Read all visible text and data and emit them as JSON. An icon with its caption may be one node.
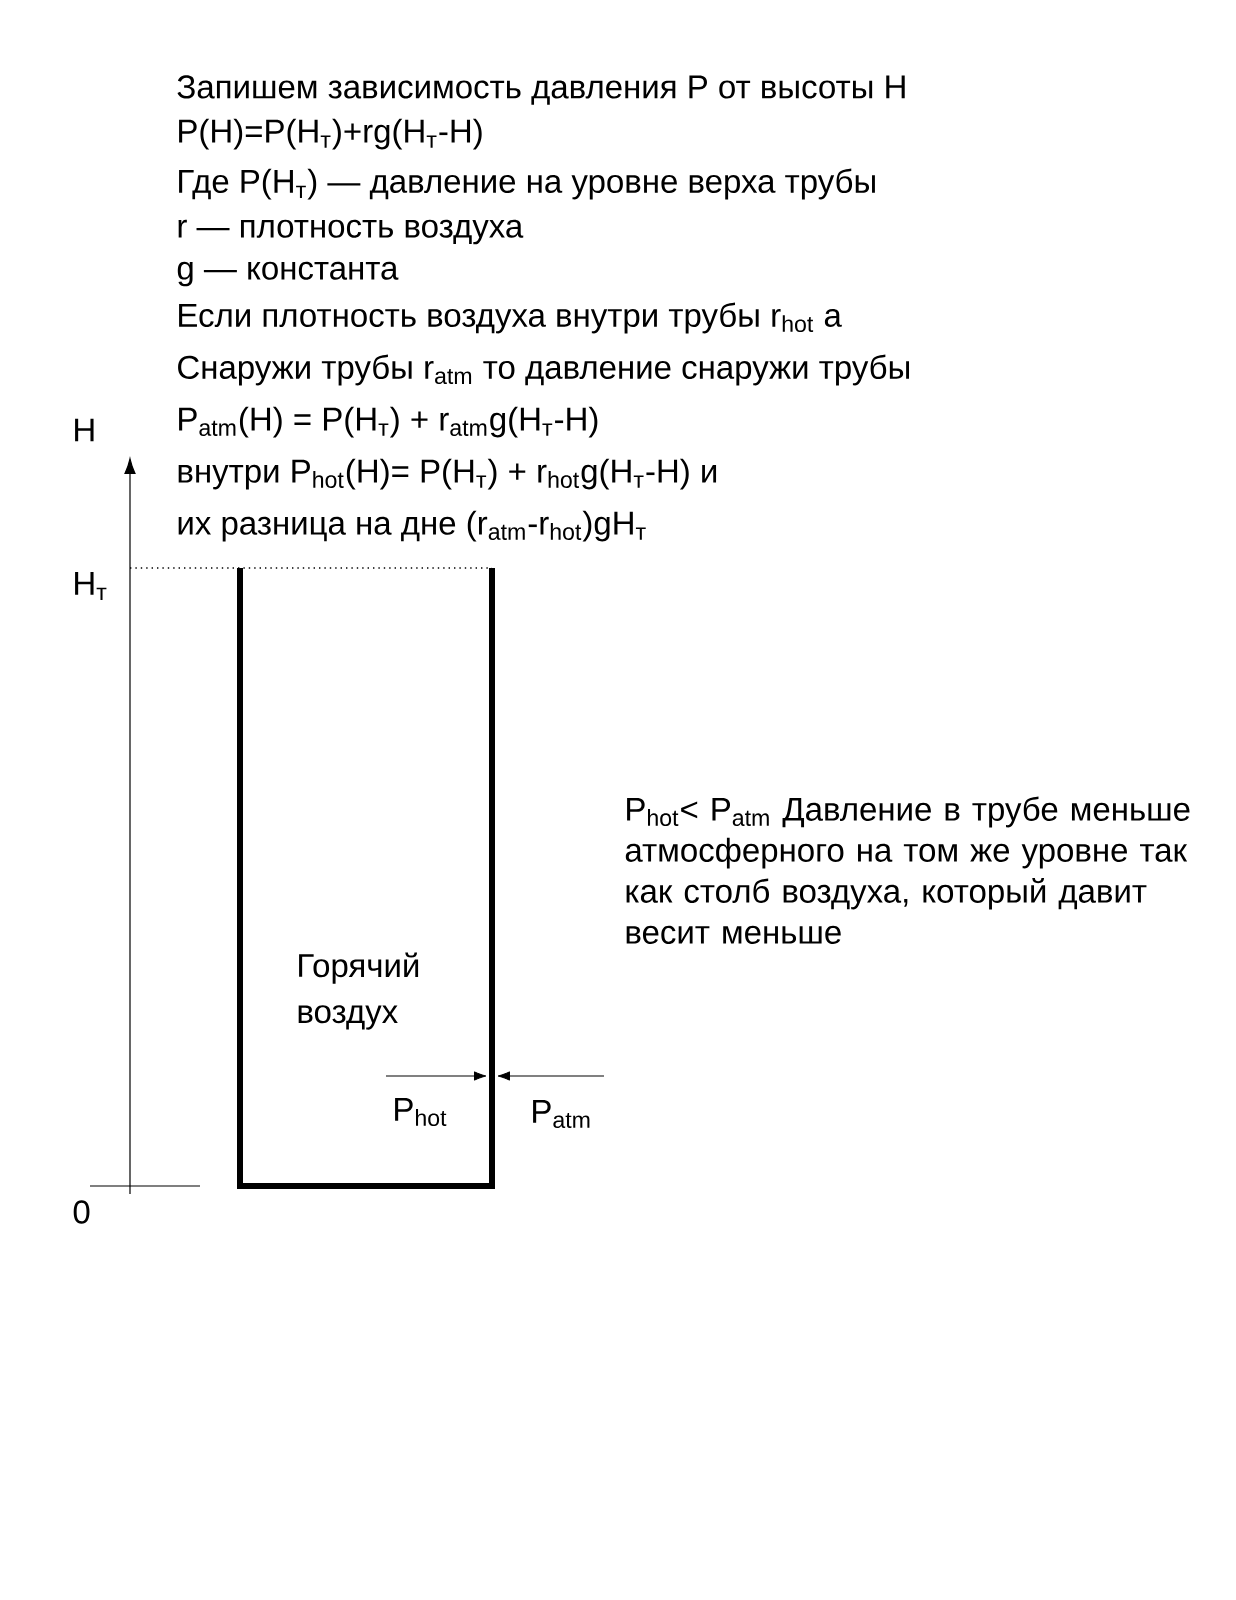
{
  "diagram": {
    "nodes": [
      {
        "text": [
          "Горячий воздух"
        ]
      }
    ],
    "labels": [
      "Запишем зависимость давления P от высоты H",
      "P(H)=P(H$_{т}$)+rg(H$_{т}$-H)",
      "Где P(H$_{т}$) — давление на уровне верха трубы",
      "r — плотность воздуха",
      "g — константа",
      "Если плотность воздуха внутри трубы r$_{hot}$ а",
      "Снаружи трубы r$_{atm}$  то давление снаружи трубы",
      "P$_{atm}$(H) = P(H$_{т}$) + r$_{atm}$g(H$_{т}$-H)",
      "внутри P$_{hot}$(H)= P(H$_{т}$) + r$_{hot}$g(H$_{т}$-H) и",
      "их разница на дне  (r$_{atm}$-r$_{hot}$)gH$_{т}$",
      "H",
      "H$_{т}$",
      "0",
      "P$_{hot}$",
      "P$_{atm}$",
      "P$_{hot}$< P$_{atm}$ Давление в трубе меньше атмосферного на том же уровне так как столб воздуха, который давит весит меньше"
    ]
  }
}
